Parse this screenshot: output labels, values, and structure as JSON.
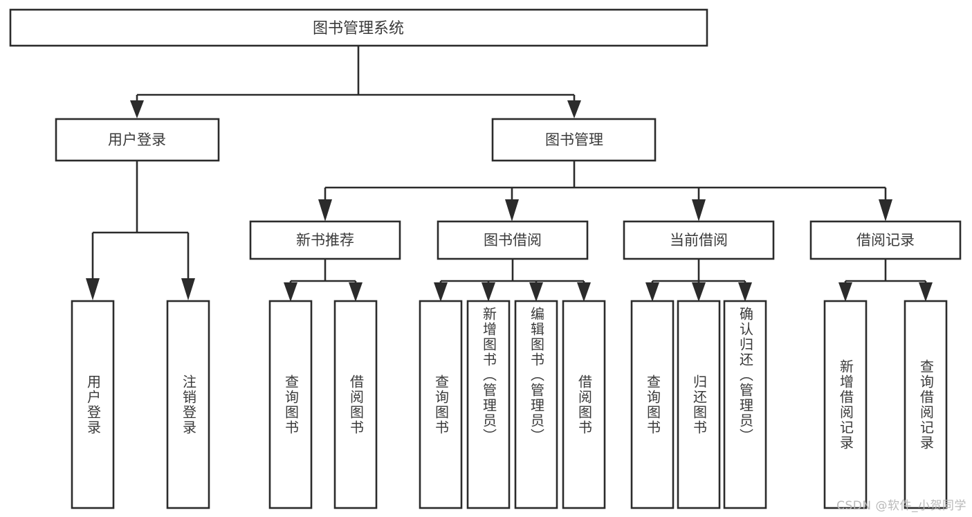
{
  "diagram": {
    "title": "图书管理系统",
    "type": "hierarchy-tree",
    "orientation": "top-down",
    "levels": 4,
    "colors": {
      "box_fill": "#ffffff",
      "box_stroke": "#2b2b2b",
      "text": "#3a3a3a",
      "background": "#ffffff",
      "watermark": "#b6b6b6"
    }
  },
  "root": {
    "label": "图书管理系统"
  },
  "level2": [
    {
      "id": "user-login",
      "label": "用户登录"
    },
    {
      "id": "book-manage",
      "label": "图书管理"
    }
  ],
  "level3": [
    {
      "id": "new-book-recommend",
      "label": "新书推荐",
      "parent": "book-manage"
    },
    {
      "id": "book-borrow",
      "label": "图书借阅",
      "parent": "book-manage"
    },
    {
      "id": "current-borrow",
      "label": "当前借阅",
      "parent": "book-manage"
    },
    {
      "id": "borrow-record",
      "label": "借阅记录",
      "parent": "book-manage"
    }
  ],
  "leaves": {
    "user_login": [
      {
        "id": "leaf-user-login",
        "label": "用户登录"
      },
      {
        "id": "leaf-user-logout",
        "label": "注销登录"
      }
    ],
    "new_book_recommend": [
      {
        "id": "leaf-query-book-1",
        "label": "查询图书"
      },
      {
        "id": "leaf-borrow-book-1",
        "label": "借阅图书"
      }
    ],
    "book_borrow": [
      {
        "id": "leaf-query-book-2",
        "label": "查询图书"
      },
      {
        "id": "leaf-add-book",
        "label": "新增图书（管理员）"
      },
      {
        "id": "leaf-edit-book",
        "label": "编辑图书（管理员）"
      },
      {
        "id": "leaf-borrow-book-2",
        "label": "借阅图书"
      }
    ],
    "current_borrow": [
      {
        "id": "leaf-query-book-3",
        "label": "查询图书"
      },
      {
        "id": "leaf-return-book",
        "label": "归还图书"
      },
      {
        "id": "leaf-confirm-return",
        "label": "确认归还（管理员）"
      }
    ],
    "borrow_record": [
      {
        "id": "leaf-add-record",
        "label": "新增借阅记录"
      },
      {
        "id": "leaf-query-record",
        "label": "查询借阅记录"
      }
    ]
  },
  "watermark": {
    "text": "CSDN @软件_小贺同学"
  }
}
